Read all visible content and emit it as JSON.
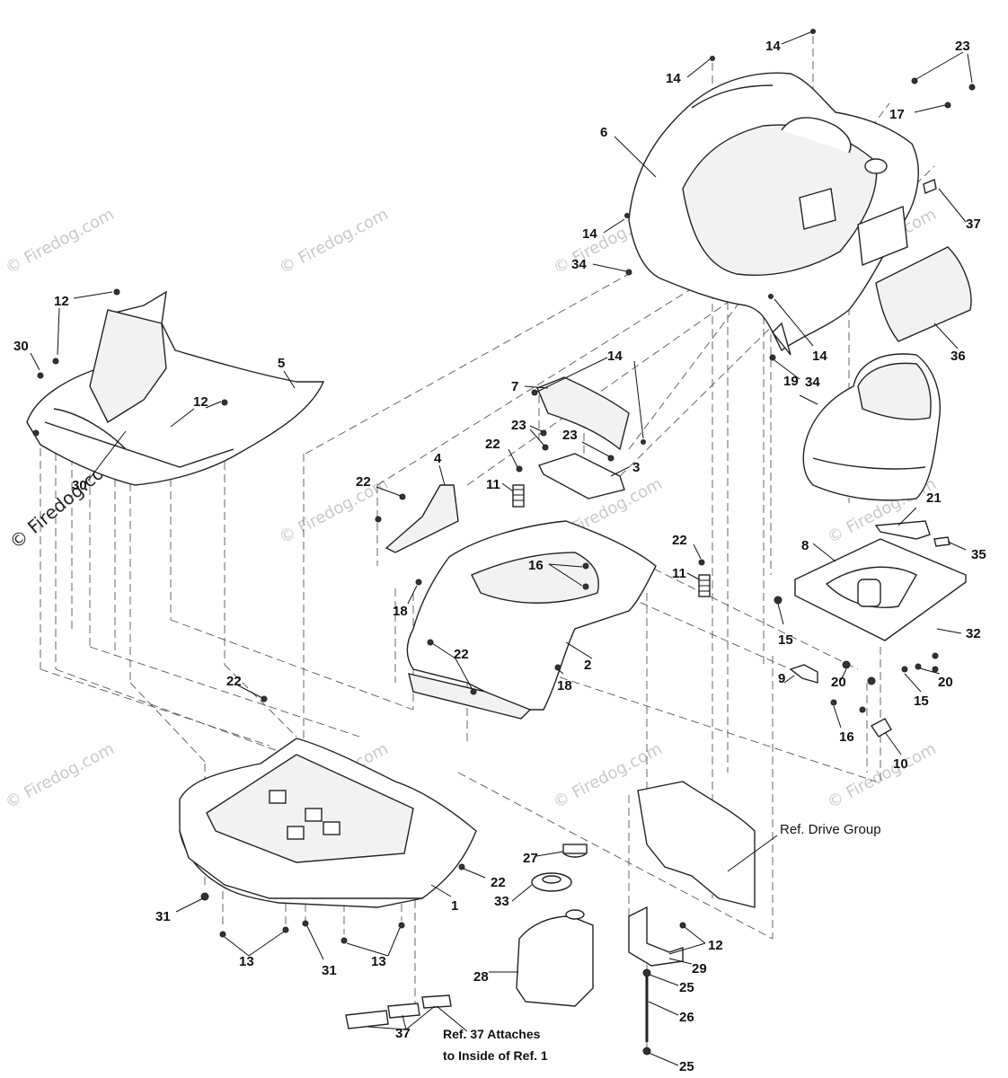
{
  "watermark": {
    "text": "© Firedog.com",
    "text_dark": "© Firedog.com"
  },
  "callouts": {
    "c1": "1",
    "c2": "2",
    "c3": "3",
    "c4": "4",
    "c5": "5",
    "c6": "6",
    "c7": "7",
    "c8": "8",
    "c9": "9",
    "c10": "10",
    "c11": "11",
    "c11b": "11",
    "c12a": "12",
    "c12b": "12",
    "c12c": "12",
    "c13a": "13",
    "c13b": "13",
    "c14a": "14",
    "c14b": "14",
    "c14c": "14",
    "c14d": "14",
    "c14e": "14",
    "c15a": "15",
    "c15b": "15",
    "c16a": "16",
    "c16b": "16",
    "c17": "17",
    "c18a": "18",
    "c18b": "18",
    "c19": "19",
    "c20a": "20",
    "c20b": "20",
    "c21": "21",
    "c22a": "22",
    "c22b": "22",
    "c22c": "22",
    "c22d": "22",
    "c22e": "22",
    "c22f": "22",
    "c23a": "23",
    "c23b": "23",
    "c23c": "23",
    "c25a": "25",
    "c25b": "25",
    "c26": "26",
    "c27": "27",
    "c28": "28",
    "c29": "29",
    "c30a": "30",
    "c30b": "30",
    "c31a": "31",
    "c31b": "31",
    "c32": "32",
    "c33": "33",
    "c34a": "34",
    "c34b": "34",
    "c35": "35",
    "c36": "36",
    "c37a": "37",
    "c37b": "37"
  },
  "notes": {
    "ref_drive_group": "Ref. Drive Group",
    "ref37_line1": "Ref. 37 Attaches",
    "ref37_line2": "to Inside of Ref. 1"
  }
}
